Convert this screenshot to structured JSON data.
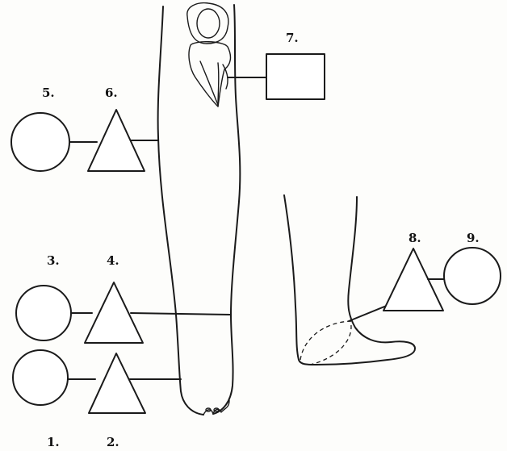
{
  "labels": {
    "l1": "1.",
    "l2": "2.",
    "l3": "3.",
    "l4": "4.",
    "l5": "5.",
    "l6": "6.",
    "l7": "7.",
    "l8": "8.",
    "l9": "9."
  }
}
